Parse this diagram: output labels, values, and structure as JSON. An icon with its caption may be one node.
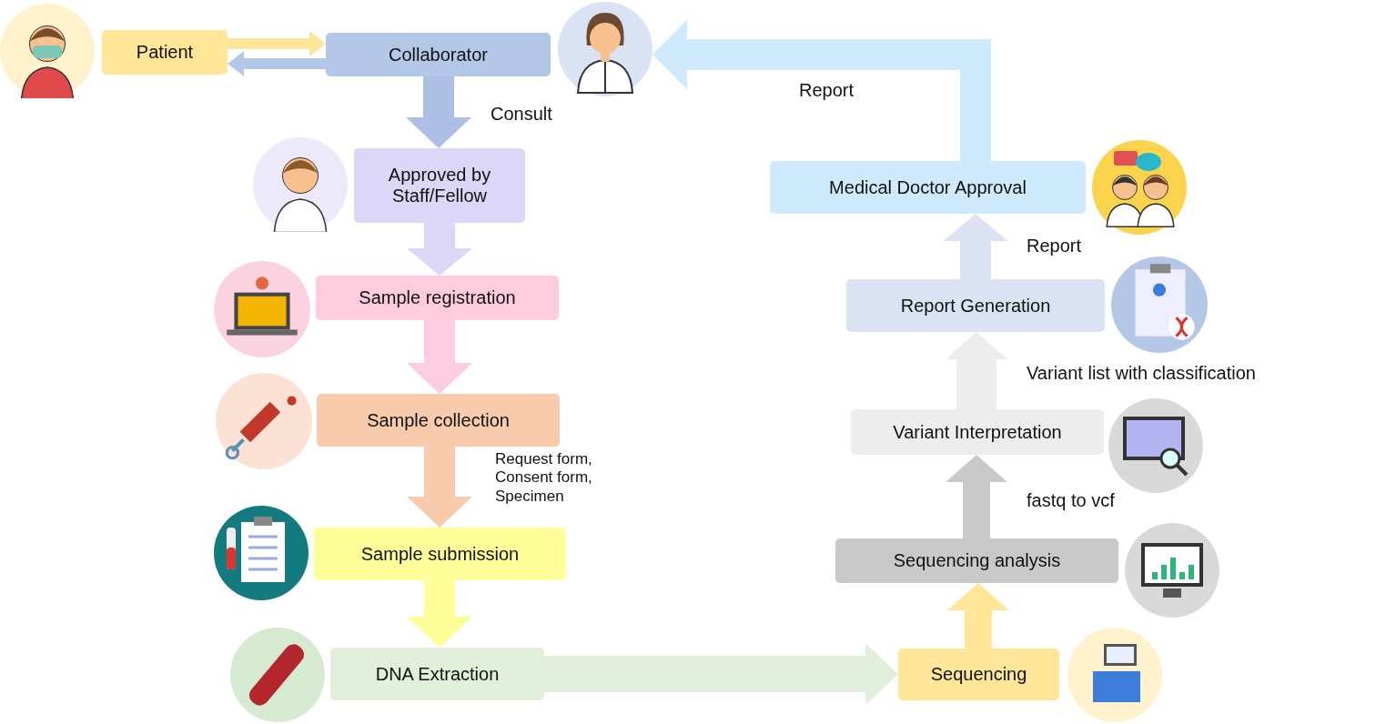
{
  "diagram": {
    "nodes": [
      {
        "text": [
          "Patient"
        ]
      },
      {
        "text": [
          "Collaborator"
        ]
      },
      {
        "text": [
          "Approved by Staff/Fellow"
        ]
      },
      {
        "text": [
          "Sample registration"
        ]
      },
      {
        "text": [
          "Sample collection"
        ]
      },
      {
        "text": [
          "Sample submission"
        ]
      },
      {
        "text": [
          "DNA Extraction"
        ]
      },
      {
        "text": [
          "Sequencing"
        ]
      },
      {
        "text": [
          "Sequencing analysis"
        ]
      },
      {
        "text": [
          "Variant Interpretation"
        ]
      },
      {
        "text": [
          "Report Generation"
        ]
      },
      {
        "text": [
          "Medical Doctor Approval"
        ]
      },
      {
        "text": [],
        "shape": "person"
      }
    ],
    "edges": [
      {
        "from": 0,
        "to": 1,
        "arrow": "to",
        "color": "#fde59a"
      },
      {
        "from": 1,
        "to": 0,
        "arrow": "to",
        "color": "#b4c7e7"
      },
      {
        "from": 1,
        "to": 2,
        "arrow": "to",
        "label": "Consult",
        "color": "#aebfe5"
      },
      {
        "from": 2,
        "to": 3,
        "arrow": "to",
        "color": "#dcd6f7"
      },
      {
        "from": 3,
        "to": 4,
        "arrow": "to",
        "color": "#fccde0"
      },
      {
        "from": 4,
        "to": 5,
        "arrow": "to",
        "label": "Request form, Consent form, Specimen",
        "color": "#f8cbad"
      },
      {
        "from": 5,
        "to": 6,
        "arrow": "to",
        "color": "#ffff99"
      },
      {
        "from": 6,
        "to": 7,
        "arrow": "to",
        "color": "#e2efda"
      },
      {
        "from": 7,
        "to": 8,
        "arrow": "to",
        "color": "#ffe699"
      },
      {
        "from": 8,
        "to": 9,
        "arrow": "to",
        "label": "fastq to vcf",
        "color": "#c9c9c9"
      },
      {
        "from": 9,
        "to": 10,
        "arrow": "to",
        "label": "Variant list with classification",
        "color": "#ededed"
      },
      {
        "from": 10,
        "to": 11,
        "arrow": "to",
        "label": "Report",
        "color": "#dae3f3"
      },
      {
        "from": 11,
        "to": 12,
        "arrow": "to",
        "label": "Report",
        "color": "#cfeafd"
      }
    ]
  }
}
